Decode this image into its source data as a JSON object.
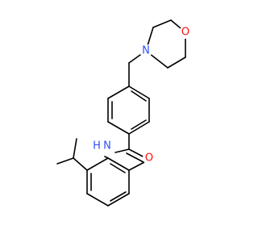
{
  "molecule": {
    "atom_labels": {
      "morpholine_oxygen": "O",
      "morpholine_nitrogen": "N",
      "carbonyl_oxygen": "O",
      "amide_nitrogen": "N",
      "amide_hydrogen": "H"
    },
    "colors": {
      "bond": "#000000",
      "nitrogen": "#3050F8",
      "oxygen": "#FF0D0D",
      "background": "#ffffff"
    }
  }
}
